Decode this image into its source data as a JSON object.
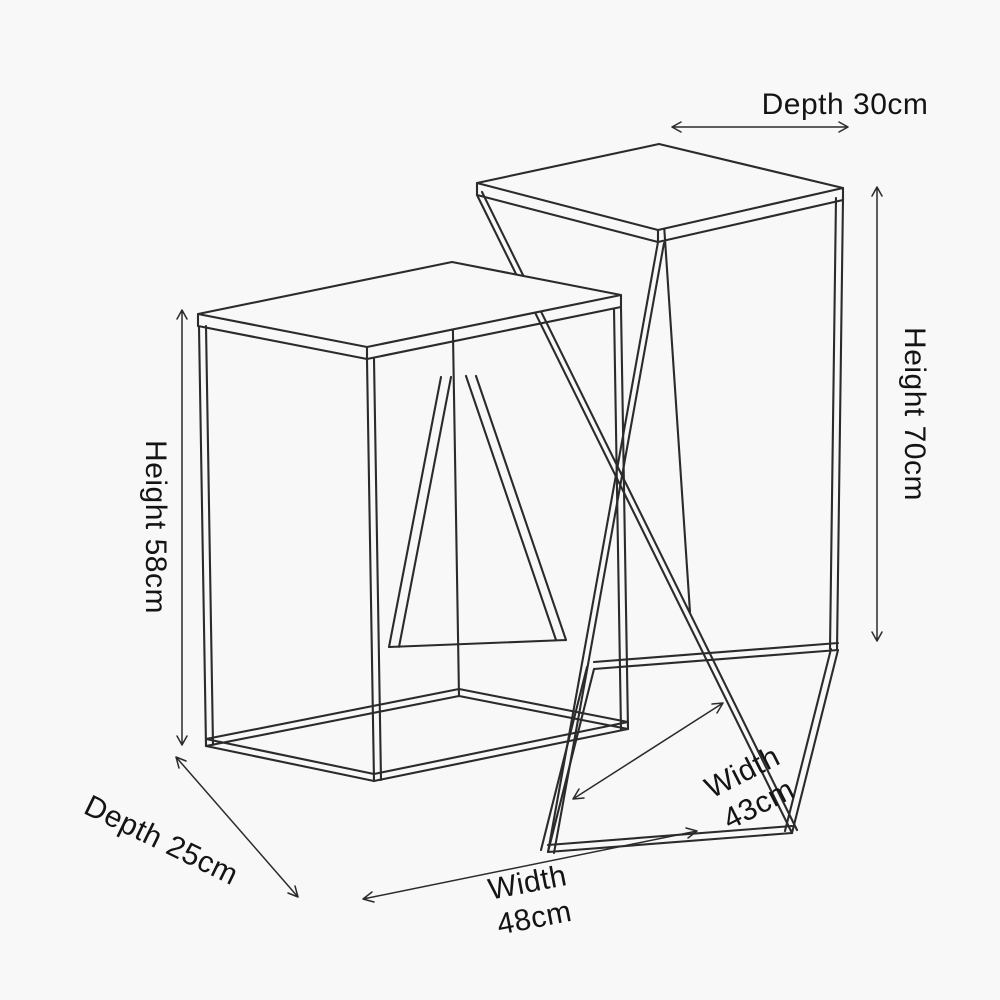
{
  "figure": {
    "type": "product-dimension-diagram",
    "subject": "two-tier step side table wireframe"
  },
  "colors": {
    "bg": "#f8f8f8",
    "line": "#2b2b2b",
    "ink": "#141414"
  },
  "labels": {
    "depth_top": "Depth 30cm",
    "height_right": "Height 70cm",
    "height_left": "Height 58cm",
    "depth_bottom": "Depth 25cm",
    "width_front_line1": "Width",
    "width_front_line2": "48cm",
    "width_right_line1": "Width",
    "width_right_line2": "43cm"
  }
}
